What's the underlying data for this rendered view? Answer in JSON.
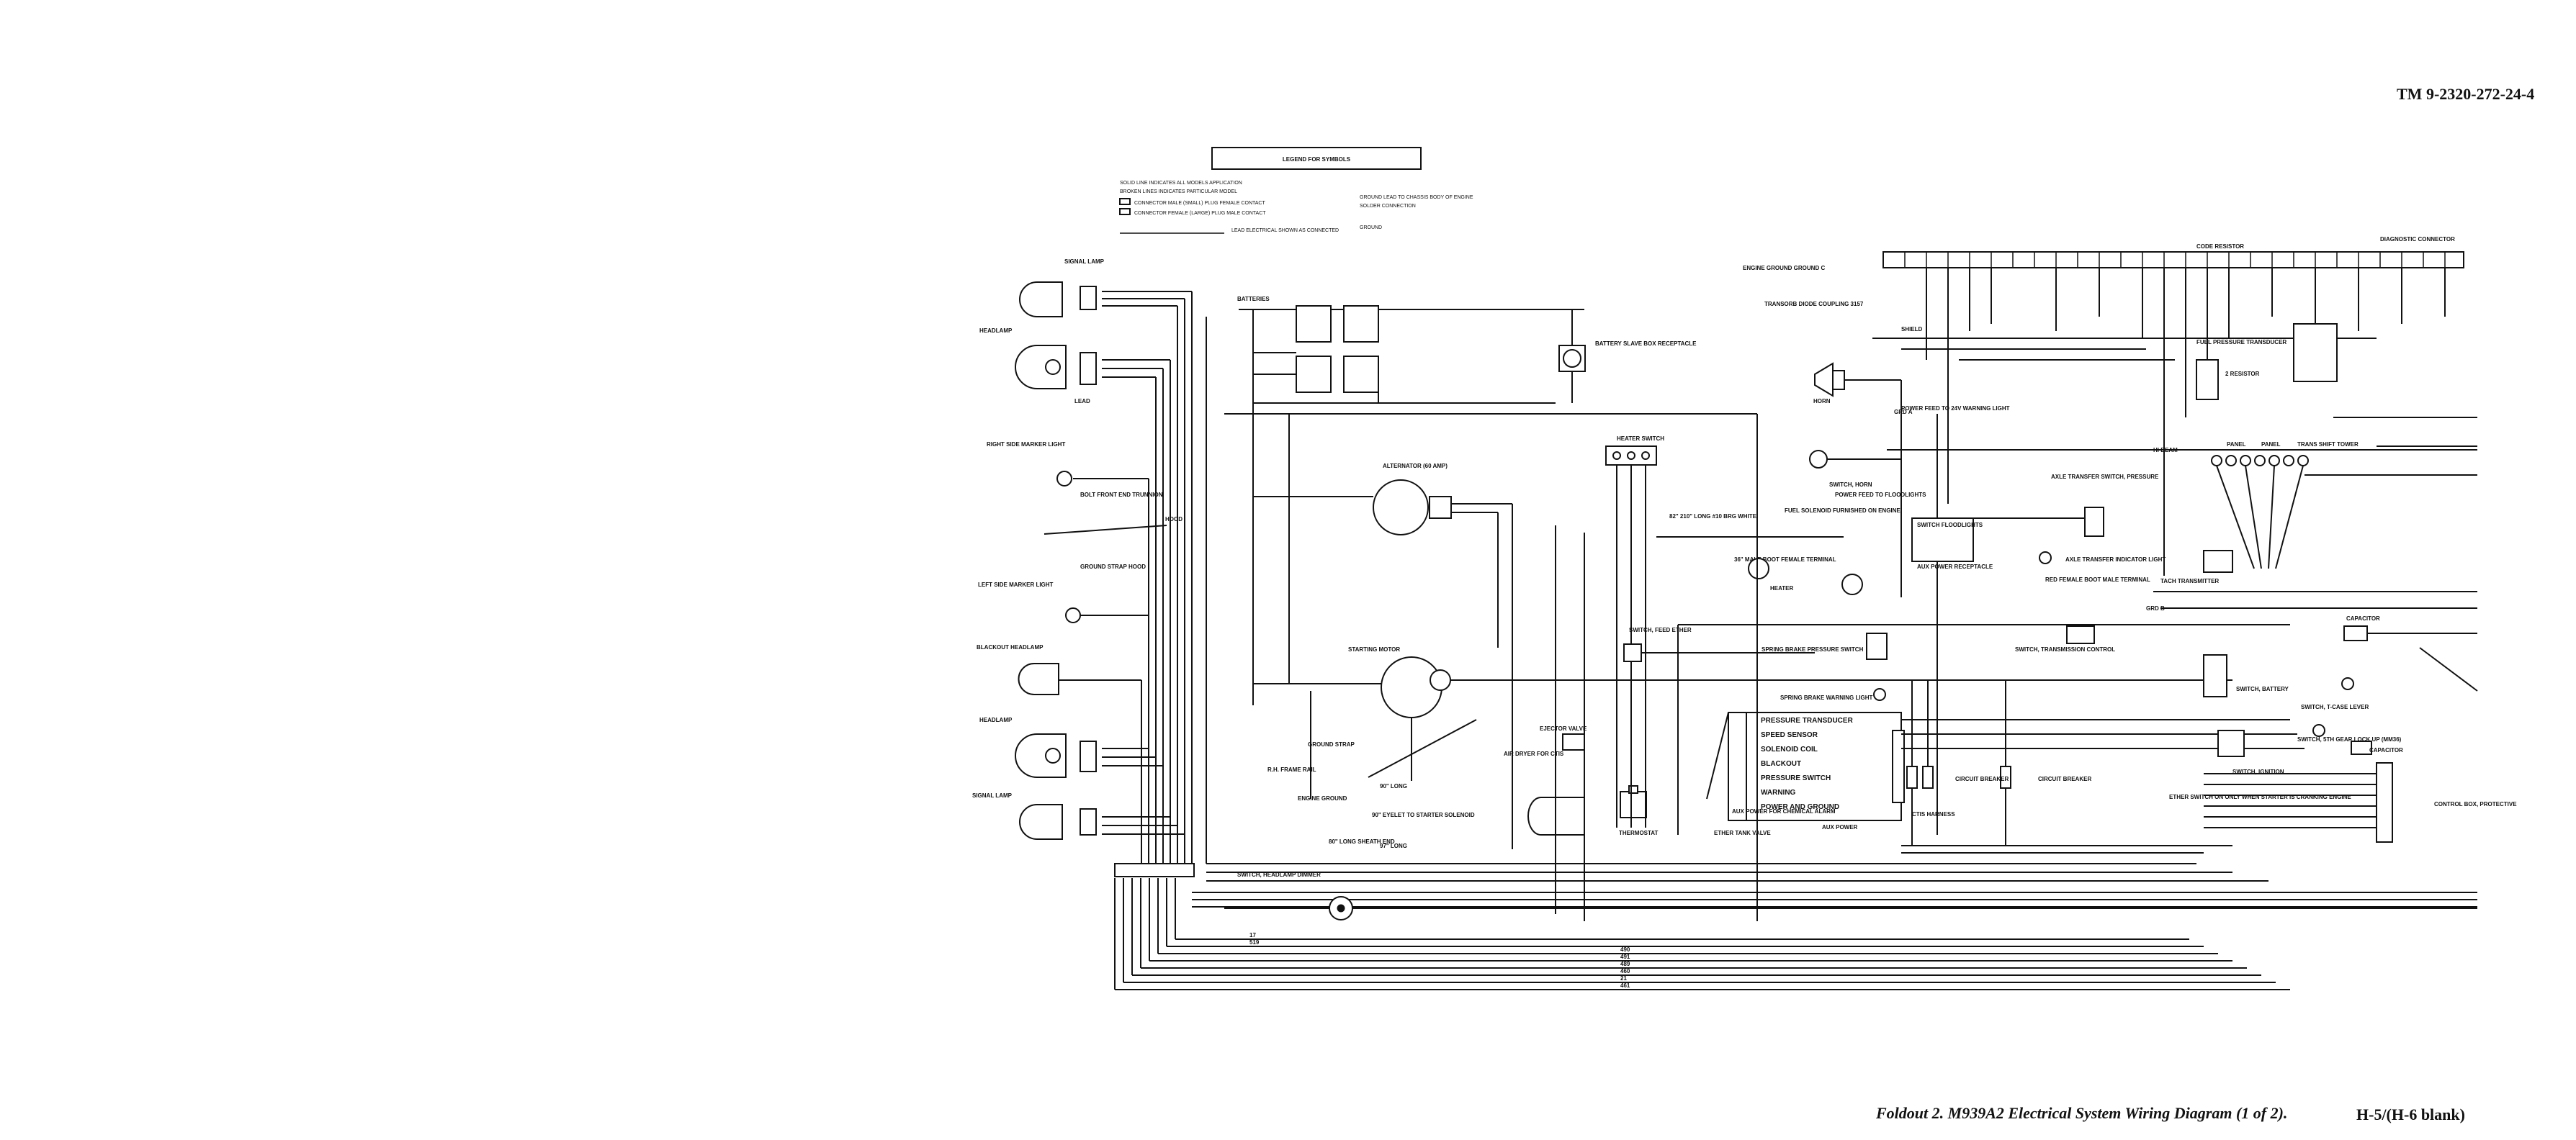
{
  "header": {
    "doc_number": "TM 9-2320-272-24-4"
  },
  "footer": {
    "caption": "Foldout 2.  M939A2 Electrical System Wiring Diagram (1 of 2).",
    "page": "H-5/(H-6 blank)"
  },
  "legend": {
    "title": "LEGEND FOR SYMBOLS",
    "lines": [
      "SOLID LINE INDICATES ALL MODELS APPLICATION",
      "BROKEN LINES INDICATES PARTICULAR MODEL",
      "CONNECTOR MALE (SMALL) PLUG FEMALE CONTACT",
      "CONNECTOR FEMALE (LARGE) PLUG MALE CONTACT",
      "LEAD ELECTRICAL SHOWN AS CONNECTED"
    ],
    "right_lines": [
      "GROUND LEAD TO CHASSIS BODY OF ENGINE",
      "SOLDER CONNECTION",
      "GROUND"
    ]
  },
  "components": {
    "signal_lamp_top": "SIGNAL LAMP",
    "headlamp_top": "HEADLAMP",
    "lead_top": "LEAD",
    "right_marker": "RIGHT SIDE MARKER LIGHT",
    "bolt_trunnion": "BOLT FRONT END TRUNNION",
    "hood": "HOOD",
    "ground_strap_hood": "GROUND STRAP HOOD",
    "left_marker": "LEFT SIDE MARKER LIGHT",
    "blackout_headlamp": "BLACKOUT HEADLAMP",
    "headlamp_bottom": "HEADLAMP",
    "signal_lamp_bottom": "SIGNAL LAMP",
    "switch_headlamp_dimmer": "SWITCH, HEADLAMP DIMMER",
    "batteries": "BATTERIES",
    "battery_slave": "BATTERY SLAVE BOX RECEPTACLE",
    "alternator": "ALTERNATOR (60 AMP)",
    "starting_motor": "STARTING MOTOR",
    "ground_strap": "GROUND STRAP",
    "rh_frame_rail": "R.H. FRAME RAIL",
    "engine_ground": "ENGINE GROUND",
    "eyelet_solenoid": "90\" EYELET TO STARTER SOLENOID",
    "sheath_end": "80\" LONG SHEATH END",
    "long_90": "90\" LONG",
    "long_97": "97\" LONG",
    "ejector_valve": "EJECTOR VALVE",
    "air_dryer": "AIR DRYER FOR CTIS",
    "thermostat": "THERMOSTAT",
    "heater_switch": "HEATER SWITCH",
    "long_82": "82\" 210\" LONG #10 BRG WHITE",
    "fuel_solenoid": "FUEL SOLENOID FURNISHED ON ENGINE",
    "male_boot": "36\" MALE BOOT FEMALE TERMINAL",
    "heater": "HEATER",
    "horn": "HORN",
    "switch_horn": "SWITCH, HORN",
    "power_floodlights": "POWER FEED TO FLOODLIGHTS",
    "switch_feed_ether": "SWITCH, FEED ETHER",
    "spring_brake_switch": "SPRING BRAKE PRESSURE SWITCH",
    "spring_brake_light": "SPRING BRAKE WARNING LIGHT",
    "aux_power_alarm": "AUX POWER FOR CHEMICAL ALARM",
    "aux_power": "AUX POWER",
    "ether_tank_valve": "ETHER TANK VALVE",
    "ctis_harness": "CTIS HARNESS",
    "engine_ground_c": "ENGINE GROUND GROUND C",
    "transorb_diode": "TRANSORB DIODE COUPLING 3157",
    "power_warning_light": "POWER FEED TO 24V WARNING LIGHT",
    "switch_floodlights": "SWITCH FLOODLIGHTS",
    "aux_receptacle": "AUX POWER RECEPTACLE",
    "axle_transfer_pressure": "AXLE TRANSFER SWITCH, PRESSURE",
    "axle_transfer_indicator": "AXLE TRANSFER INDICATOR LIGHT",
    "red_female_boot": "RED FEMALE BOOT MALE TERMINAL",
    "hi_beam": "HI BEAM",
    "panel_1": "PANEL",
    "panel_2": "PANEL",
    "trans_shift_tower": "TRANS SHIFT TOWER",
    "tach_transmitter": "TACH TRANSMITTER",
    "switch_transmission": "SWITCH, TRANSMISSION CONTROL",
    "circuit_breaker_1": "CIRCUIT BREAKER",
    "circuit_breaker_2": "CIRCUIT BREAKER",
    "switch_battery": "SWITCH, BATTERY",
    "switch_t_case": "SWITCH, T-CASE LEVER",
    "switch_5th_gear": "SWITCH, 5TH GEAR LOCK UP (MM36)",
    "switch_ignition": "SWITCH, IGNITION",
    "ether_switch_note": "ETHER SWITCH ON ONLY WHEN STARTER IS CRANKING ENGINE",
    "capacitor_1": "CAPACITOR",
    "capacitor_2": "CAPACITOR",
    "control_box": "CONTROL BOX, PROTECTIVE",
    "code_resistor": "CODE RESISTOR",
    "diagnostic_connector": "DIAGNOSTIC CONNECTOR",
    "fuel_pressure": "FUEL PRESSURE TRANSDUCER",
    "resistor_2": "2 RESISTOR",
    "shield": "SHIELD",
    "grd_a": "GRD A",
    "grd_b": "GRD B"
  },
  "ctis_list": [
    "PRESSURE TRANSDUCER",
    "SPEED SENSOR",
    "SOLENOID COIL",
    "BLACKOUT",
    "PRESSURE SWITCH",
    "WARNING",
    "POWER AND GROUND"
  ],
  "bottom_bus_wires": [
    "17",
    "519",
    "490",
    "491",
    "489",
    "460",
    "21",
    "461"
  ],
  "colors": {
    "ink": "#111111",
    "paper": "#ffffff"
  }
}
